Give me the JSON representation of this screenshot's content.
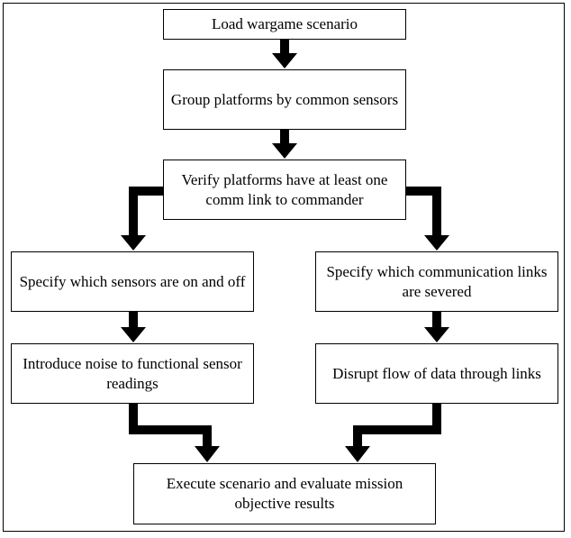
{
  "nodes": {
    "load": "Load wargame scenario",
    "group": "Group platforms by common sensors",
    "verify": "Verify platforms have at least one comm link to commander",
    "sensors_on_off": "Specify which sensors are on and off",
    "links_severed": "Specify which communication links are severed",
    "noise": "Introduce noise to functional sensor readings",
    "disrupt": "Disrupt flow of data through links",
    "execute": "Execute scenario and evaluate mission objective results"
  },
  "colors": {
    "stroke": "#000000",
    "fill": "#ffffff"
  }
}
